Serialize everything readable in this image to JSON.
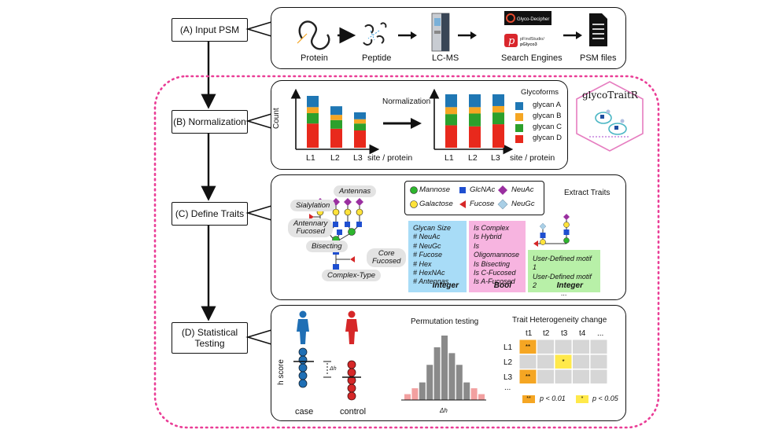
{
  "steps": {
    "a": "(A) Input PSM",
    "b": "(B) Normalization",
    "c": "(C) Define Traits",
    "d_line1": "(D) Statistical",
    "d_line2": "Testing"
  },
  "pipeline": {
    "protein": "Protein",
    "peptide": "Peptide",
    "lcms": "LC-MS",
    "search": "Search Engines",
    "psm": "PSM files",
    "glycodecipher": "Glyco-Decipher",
    "pfind_line1": "pFindStudio/",
    "pfind_line2": "pGlyco3",
    "pfind_letter": "p"
  },
  "logo": {
    "text": "glycoTraitR"
  },
  "normalization": {
    "count_label": "Count",
    "xaxis_label": "site / protein",
    "arrow_label": "Normalization",
    "legend_title": "Glycoforms",
    "legend": [
      {
        "name": "glycan A",
        "color": "#1f77b4"
      },
      {
        "name": "glycan B",
        "color": "#f5a623"
      },
      {
        "name": "glycan C",
        "color": "#2ca02c"
      },
      {
        "name": "glycan D",
        "color": "#e8291c"
      }
    ],
    "left_labels": [
      "L1",
      "L2",
      "L3"
    ],
    "right_labels": [
      "L1",
      "L2",
      "L3"
    ]
  },
  "chart_data": [
    {
      "type": "bar",
      "stacked": true,
      "categories": [
        "L1",
        "L2",
        "L3"
      ],
      "series": [
        {
          "name": "glycan D",
          "values": [
            28,
            22,
            20
          ]
        },
        {
          "name": "glycan C",
          "values": [
            12,
            10,
            8
          ]
        },
        {
          "name": "glycan B",
          "values": [
            7,
            6,
            5
          ]
        },
        {
          "name": "glycan A",
          "values": [
            13,
            10,
            8
          ]
        }
      ],
      "xlabel": "site / protein",
      "ylabel": "Count"
    },
    {
      "type": "bar",
      "stacked": true,
      "categories": [
        "L1",
        "L2",
        "L3"
      ],
      "series": [
        {
          "name": "glycan D",
          "values": [
            0.42,
            0.4,
            0.44
          ]
        },
        {
          "name": "glycan C",
          "values": [
            0.21,
            0.24,
            0.22
          ]
        },
        {
          "name": "glycan B",
          "values": [
            0.13,
            0.12,
            0.12
          ]
        },
        {
          "name": "glycan A",
          "values": [
            0.24,
            0.24,
            0.22
          ]
        }
      ],
      "xlabel": "site / protein"
    },
    {
      "type": "bar",
      "title": "Permutation testing",
      "xlabel": "Δh",
      "values": [
        1,
        2,
        3,
        6,
        9,
        11,
        8,
        6,
        3,
        2,
        1
      ],
      "highlight_tails": [
        0,
        1,
        9,
        10
      ]
    }
  ],
  "traits": {
    "pills": {
      "antennas": "Antennas",
      "sialylation": "Sialylation",
      "antennary_line1": "Antennary",
      "antennary_line2": "Fucosed",
      "bisecting": "Bisecting",
      "core_line1": "Core",
      "core_line2": "Fucosed",
      "complex_type": "Complex-Type"
    },
    "monosaccharides": {
      "mannose": "Mannose",
      "glcnac": "GlcNAc",
      "neuac": "NeuAc",
      "galactose": "Galactose",
      "fucose": "Fucose",
      "neugc": "NeuGc"
    },
    "extract_title": "Extract Traits",
    "integer_list": [
      "Glycan Size",
      "# NeuAc",
      "# NeuGc",
      "# Fucose",
      "# Hex",
      "# HexNAc",
      "# Antennas"
    ],
    "integer_label": "Integer",
    "bool_list": [
      "Is Complex",
      "Is Hybrid",
      "Is Oligomannose",
      "Is Bisecting",
      "Is C-Fucosed",
      "Is A-Fucosed"
    ],
    "bool_label": "Bool",
    "motif_list": [
      "User-Defined motif 1",
      "User-Defined motif 2",
      "..."
    ],
    "motif_label": "Integer",
    "colors": {
      "integer": "#a8dcf7",
      "bool": "#f7b4e0",
      "motif": "#b8f0a8"
    }
  },
  "stats": {
    "h_score": "h score",
    "delta_h": "Δh",
    "case": "case",
    "control": "control",
    "perm_title": "Permutation testing",
    "perm_xlabel": "Δh",
    "hetero_title": "Trait Heterogeneity change",
    "cols": [
      "t1",
      "t2",
      "t3",
      "t4",
      "..."
    ],
    "rows": [
      "L1",
      "L2",
      "L3",
      "..."
    ],
    "legend_p01": "p < 0.01",
    "legend_p05": "p < 0.05",
    "mark_p01": "**",
    "mark_p05": "*",
    "colors": {
      "case": "#1f6fb5",
      "control": "#d62728",
      "p01": "#f5a623",
      "p05": "#ffe94a"
    }
  }
}
